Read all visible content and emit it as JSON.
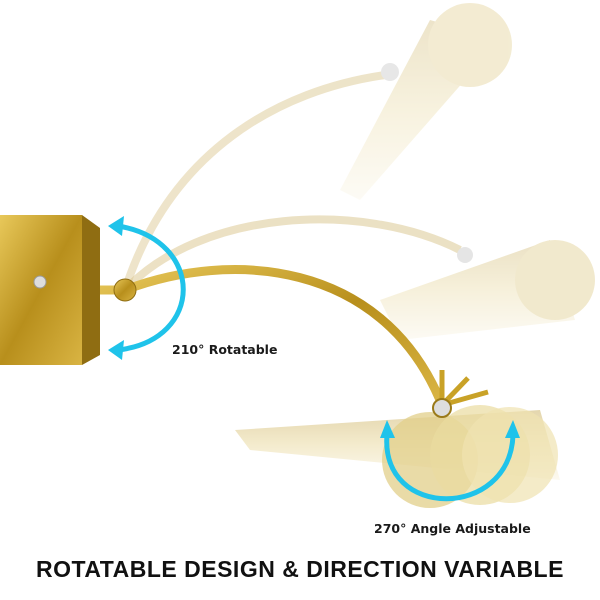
{
  "labels": {
    "rotation": "210° Rotatable",
    "angle": "270° Angle Adjustable"
  },
  "headline": "ROTATABLE DESIGN & DIRECTION VARIABLE",
  "colors": {
    "gold": "#c9a227",
    "gold_light": "#e9d9a0",
    "arrow": "#1fc3ea",
    "text": "#111111"
  }
}
